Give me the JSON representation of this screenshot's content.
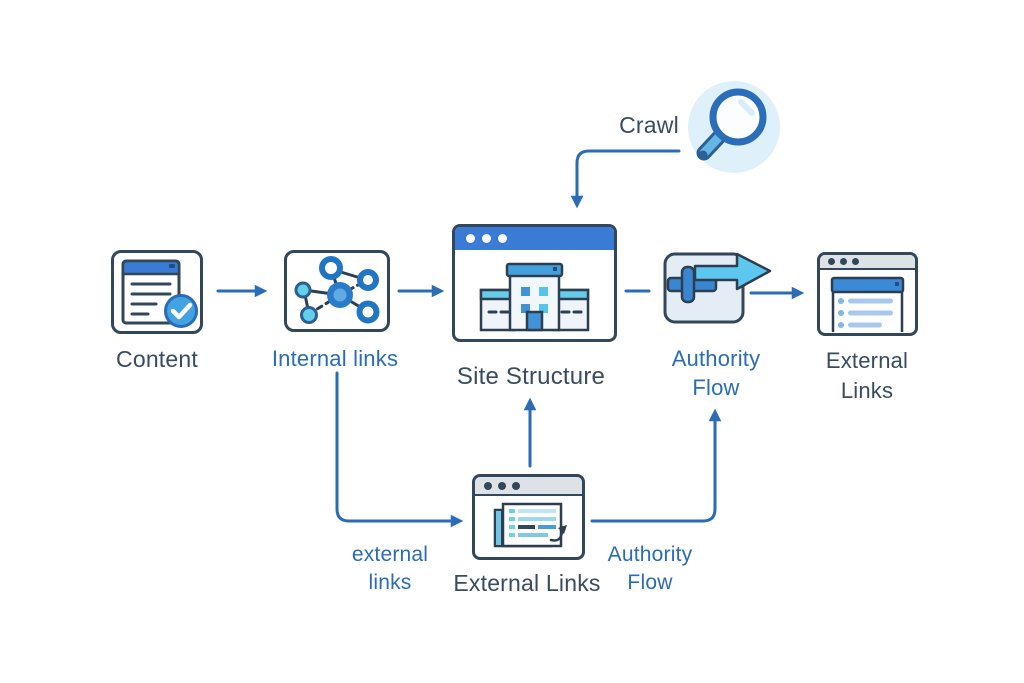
{
  "diagram_type": "flow-diagram",
  "colors": {
    "background": "#ffffff",
    "arrow": "#2a6cb5",
    "label_dark": "#394b5f",
    "label_blue": "#2a6cb5",
    "box_border": "#33475b",
    "primary_blue": "#3a7bd5",
    "sky_blue": "#5ec7ef",
    "cyan": "#62cde8",
    "titlebar_gray": "#dde2e7",
    "magnifier_halo": "#def0f9"
  },
  "nodes": {
    "content": {
      "label": "Content",
      "icon": "document-check-icon"
    },
    "internal_links": {
      "label": "Internal links",
      "icon": "network-graph-icon"
    },
    "site_structure": {
      "label": "Site Structure",
      "icon": "browser-building-icon"
    },
    "authority_flow": {
      "label": "Authority\nFlow",
      "icon": "flow-arrow-icon"
    },
    "external_links": {
      "label": "External\nLinks",
      "icon": "browser-list-icon"
    },
    "external_links_bottom": {
      "label": "External Links",
      "icon": "browser-pages-icon"
    }
  },
  "edge_labels": {
    "crawl": "Crawl",
    "external_links": "external\nlinks",
    "authority_flow": "Authority\nFlow"
  },
  "edges": [
    {
      "from": "content",
      "to": "internal_links",
      "style": "arrow"
    },
    {
      "from": "internal_links",
      "to": "site_structure",
      "style": "arrow"
    },
    {
      "from": "site_structure",
      "to": "authority_flow",
      "style": "dash"
    },
    {
      "from": "authority_flow",
      "to": "external_links",
      "style": "arrow"
    },
    {
      "from": "crawl",
      "to": "site_structure",
      "style": "arrow",
      "label": "Crawl"
    },
    {
      "from": "external_links_bottom",
      "to": "site_structure",
      "style": "arrow"
    },
    {
      "from": "internal_links",
      "to": "external_links_bottom",
      "style": "arrow",
      "label": "external links"
    },
    {
      "from": "external_links_bottom",
      "to": "authority_flow",
      "style": "arrow",
      "label": "Authority Flow"
    }
  ],
  "other_icons": {
    "crawl": "magnifier-icon"
  }
}
